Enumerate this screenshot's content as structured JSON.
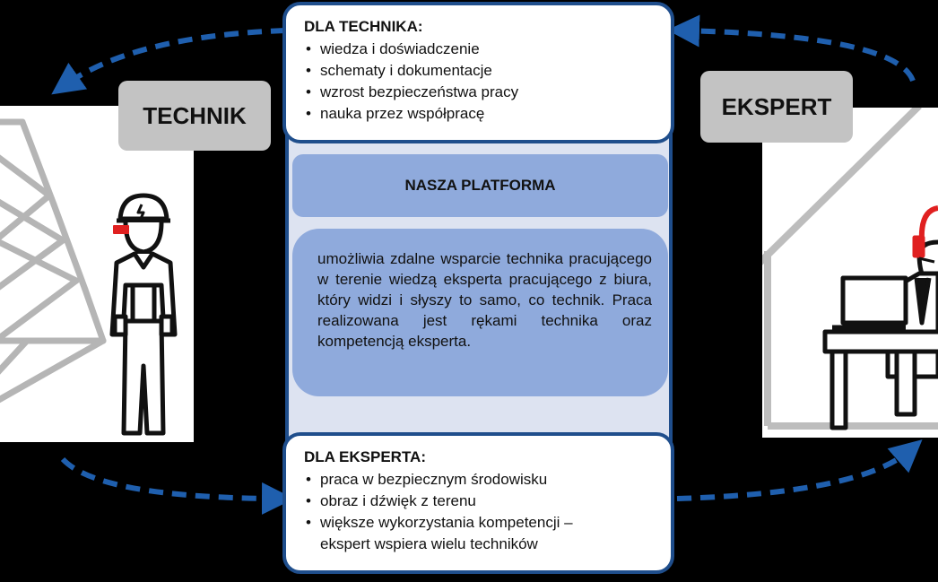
{
  "labels": {
    "technik": "TECHNIK",
    "ekspert": "EKSPERT"
  },
  "technik_box": {
    "title": "DLA TECHNIKA:",
    "items": [
      "wiedza i doświadczenie",
      "schematy i dokumentacje",
      "wzrost bezpieczeństwa pracy",
      "nauka przez współpracę"
    ]
  },
  "platform": {
    "title": "NASZA PLATFORMA",
    "description": "umożliwia zdalne wsparcie technika pracującego w terenie wiedzą eksperta pracującego z biura, który widzi i słyszy to samo, co technik. Praca realizowana jest rękami technika oraz kompetencją eksperta."
  },
  "ekspert_box": {
    "title": "DLA EKSPERTA:",
    "items": [
      "praca w bezpiecznym środowisku",
      "obraz i dźwięk z terenu",
      "większe wykorzystania kompetencji – ekspert wspiera wielu techników"
    ]
  },
  "colors": {
    "frame": "#1f4e8c",
    "accent_box": "#8faadc",
    "panel_bg": "#dde3f1",
    "label_bg": "#c3c3c3",
    "arrow": "#1f5fae",
    "headset": "#e02020"
  }
}
